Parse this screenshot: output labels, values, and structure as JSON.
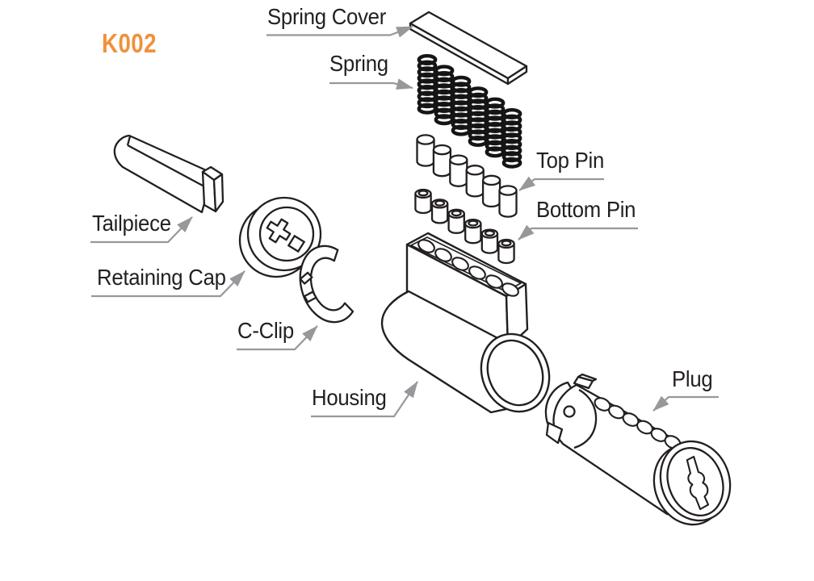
{
  "page": {
    "code": "K002",
    "background": "#FFFFFF"
  },
  "colors": {
    "accent": "#F0913C",
    "line": "#231F20",
    "leader": "#97989B"
  },
  "parts": [
    {
      "id": "spring-cover",
      "label": "Spring Cover",
      "visible_quantity": 1
    },
    {
      "id": "spring",
      "label": "Spring",
      "visible_quantity": 6
    },
    {
      "id": "top-pin",
      "label": "Top Pin",
      "visible_quantity": 6
    },
    {
      "id": "bottom-pin",
      "label": "Bottom Pin",
      "visible_quantity": 6
    },
    {
      "id": "tailpiece",
      "label": "Tailpiece",
      "visible_quantity": 1
    },
    {
      "id": "retaining-cap",
      "label": "Retaining Cap",
      "visible_quantity": 1
    },
    {
      "id": "c-clip",
      "label": "C-Clip",
      "visible_quantity": 1
    },
    {
      "id": "housing",
      "label": "Housing",
      "visible_quantity": 1
    },
    {
      "id": "plug",
      "label": "Plug",
      "visible_quantity": 1
    }
  ]
}
